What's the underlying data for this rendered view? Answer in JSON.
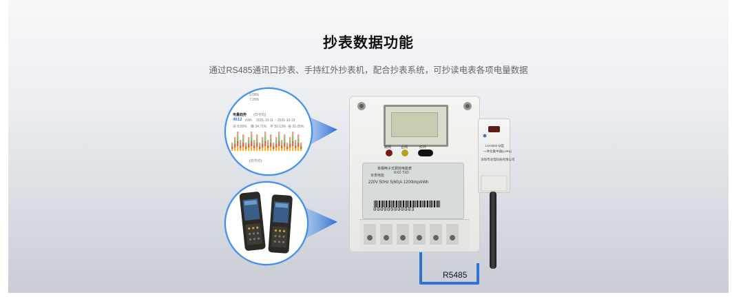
{
  "page": {
    "title": "抄表数据功能",
    "subtitle": "通过RS485通讯口抄表、手持红外抄表机，配合抄表系统，可抄读电表各项电量数据"
  },
  "app_screenshot": {
    "top_items": [
      "9.58%",
      "7.28%"
    ],
    "section_label": "电量趋势",
    "section_sub": "(日平均)",
    "big_value": "4612",
    "big_unit": "kWh",
    "date_range": "2021-10-11 ~ 2021-10-19",
    "legend": [
      "尖 8.59%",
      "峰 34.71%",
      "平 50.13%",
      "谷 31.05%"
    ],
    "bottom_label": "(日平均)"
  },
  "meter": {
    "button_labels": [
      "跳闸",
      "合闸",
      "红外"
    ],
    "plate_title": "单相电子式费控电能表",
    "plate_row2": "RXD  TXD",
    "plate_row2_left": "本表电能",
    "spec": "220V  50Hz  5(60)A  1200imp/kWh",
    "serial": "000000000003"
  },
  "collector": {
    "model": "LN-5002-M型",
    "line2": "一体化集中器(LoRa)",
    "maker": "深圳市龙电科技有限公司"
  },
  "connection": {
    "label": "R5485",
    "color": "#2f72d6"
  },
  "colors": {
    "accent": "#3c8ee8",
    "pointer": "#2f72d6"
  }
}
